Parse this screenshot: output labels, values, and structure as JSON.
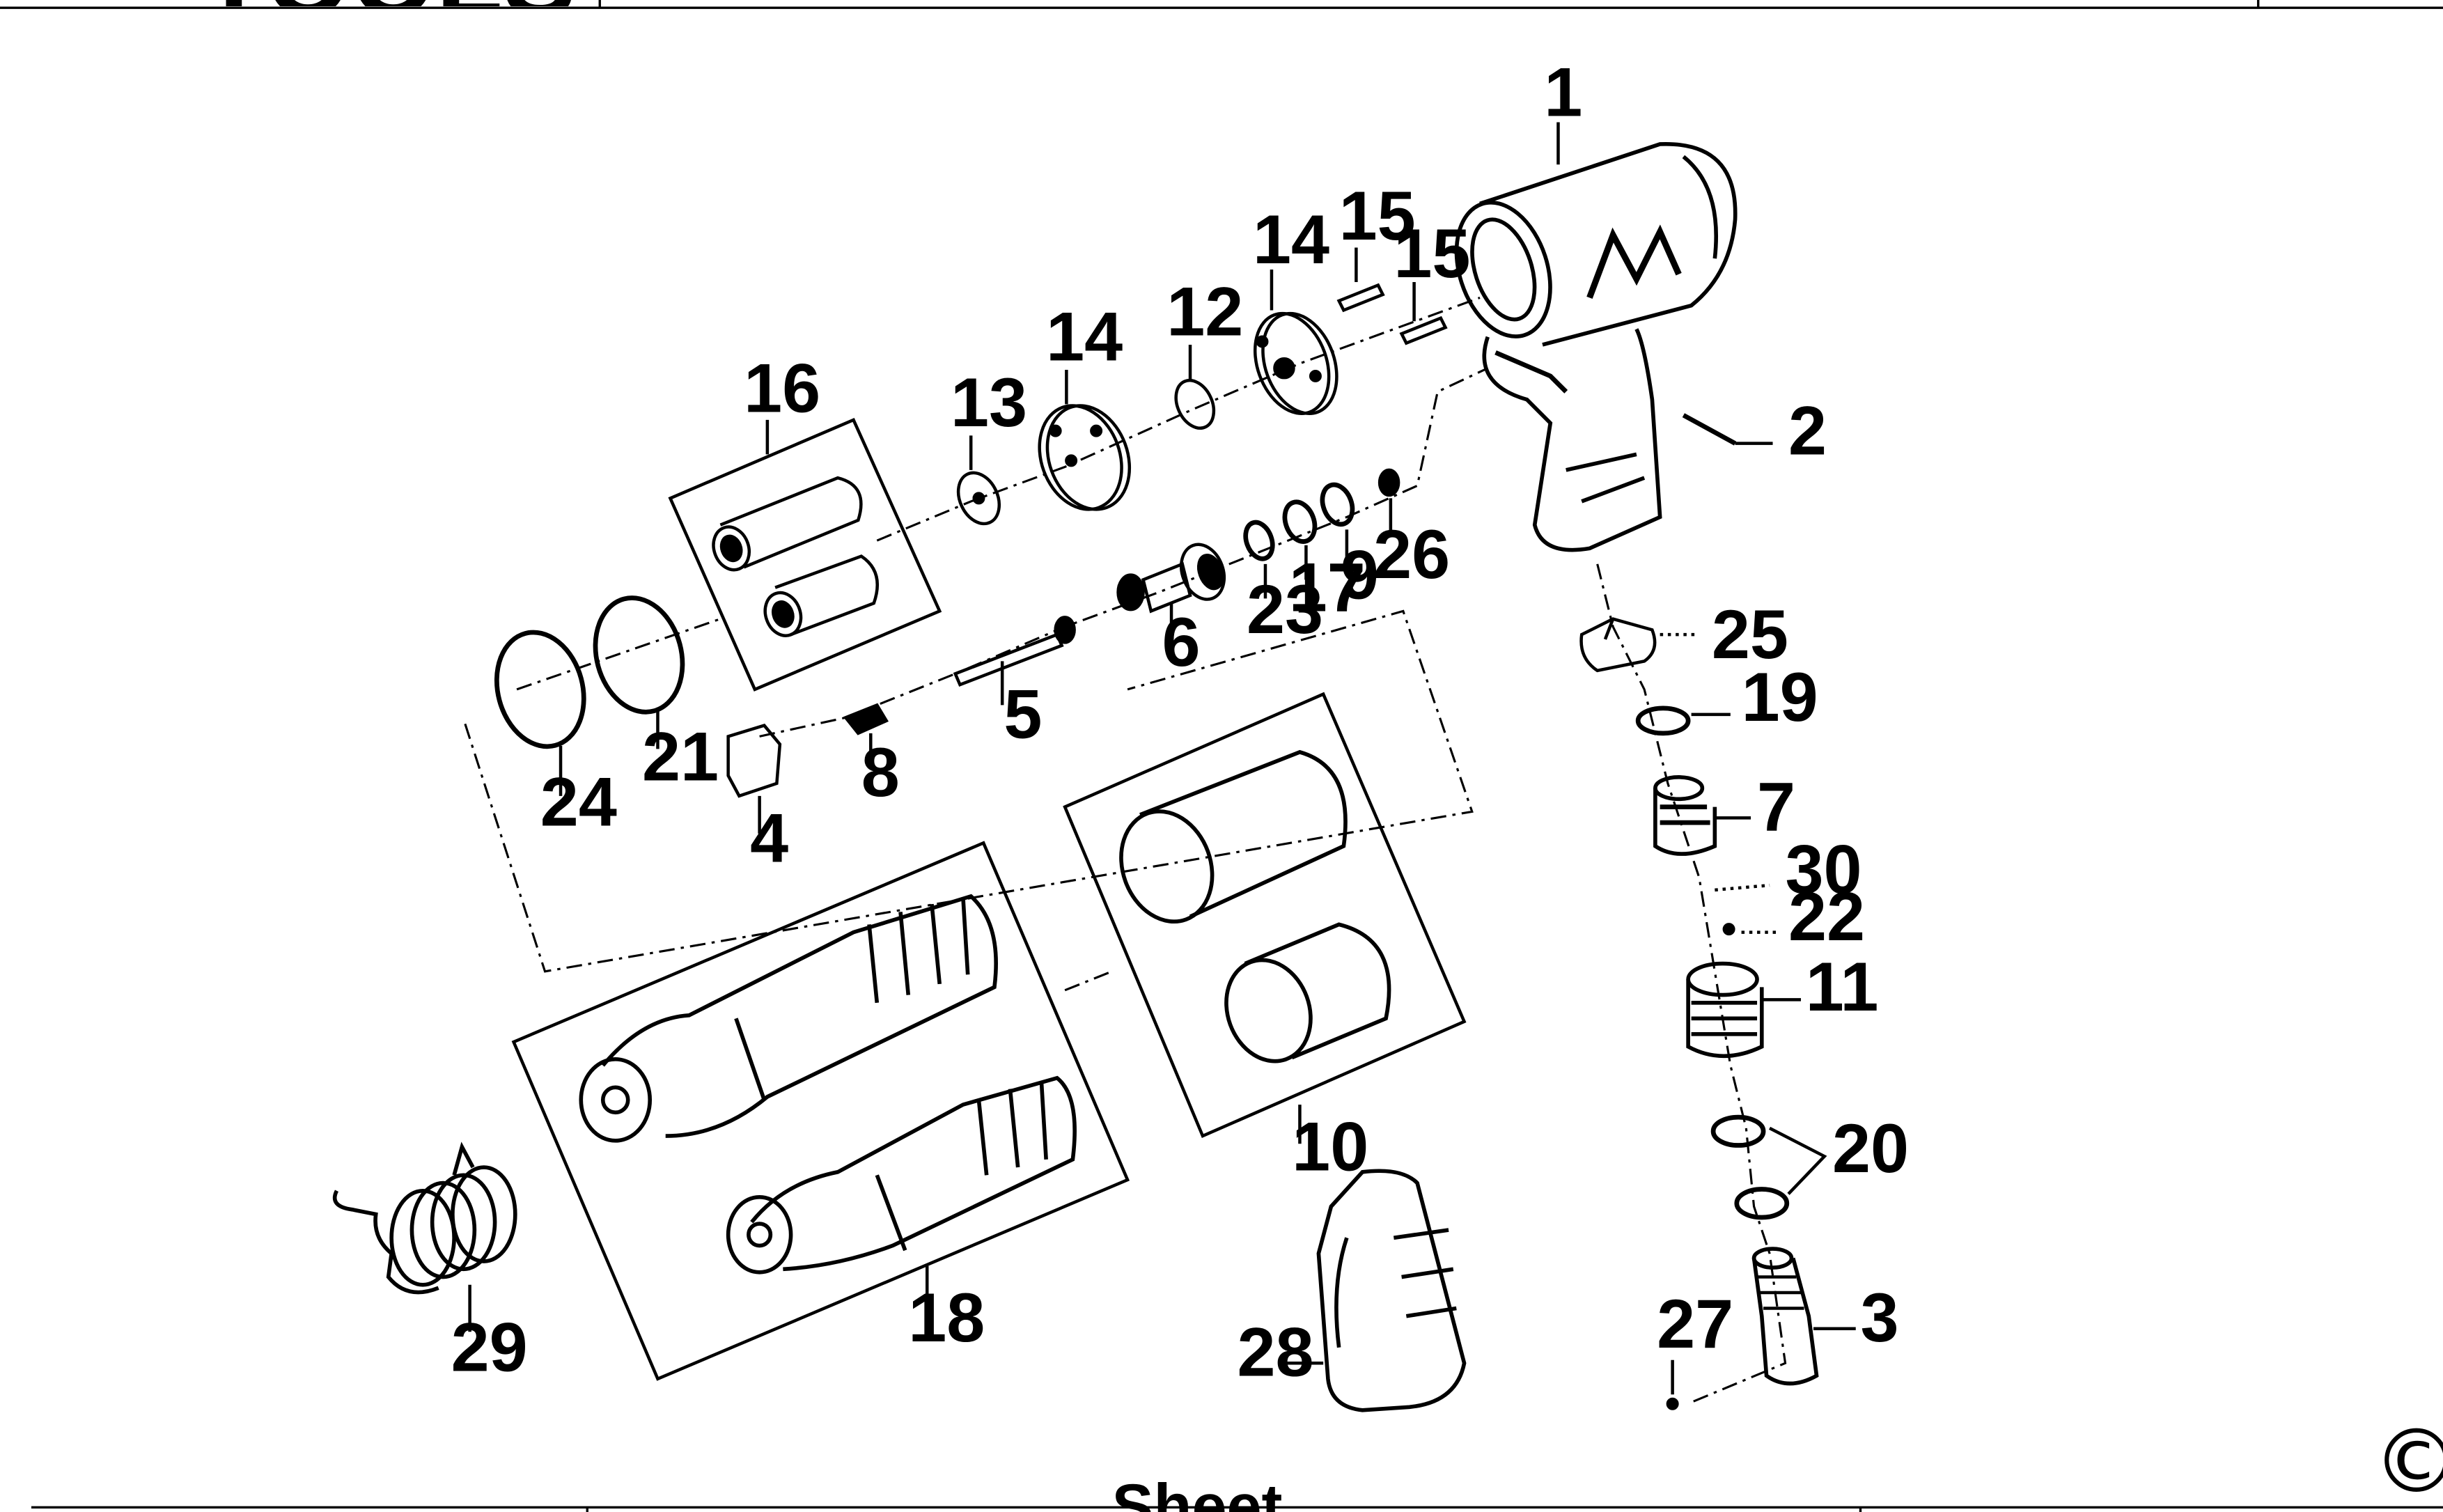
{
  "header": {
    "brand_fragment": "TOOLS"
  },
  "footer": {
    "fragment": "Sheet",
    "copyright": "©"
  },
  "callouts": {
    "p1": "1",
    "p2": "2",
    "p3": "3",
    "p4": "4",
    "p5": "5",
    "p6": "6",
    "p7": "7",
    "p8": "8",
    "p9": "9",
    "p10": "10",
    "p11": "11",
    "p12": "12",
    "p13": "13",
    "p14a": "14",
    "p14b": "14",
    "p15a": "15",
    "p15b": "15",
    "p16": "16",
    "p17": "17",
    "p18": "18",
    "p19": "19",
    "p20": "20",
    "p21": "21",
    "p22": "22",
    "p23": "23",
    "p24": "24",
    "p25": "25",
    "p26": "26",
    "p27": "27",
    "p28": "28",
    "p29": "29",
    "p30": "30"
  }
}
